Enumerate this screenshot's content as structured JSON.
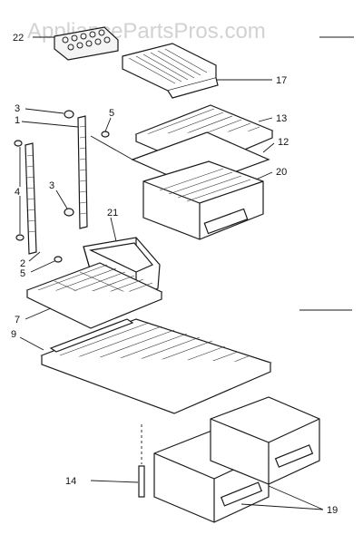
{
  "watermark": "AppliancePartsPros.com",
  "callouts": {
    "c1": "1",
    "c2": "2",
    "c3a": "3",
    "c3b": "3",
    "c4": "4",
    "c5a": "5",
    "c5b": "5",
    "c7": "7",
    "c9": "9",
    "c12": "12",
    "c13": "13",
    "c14": "14",
    "c17": "17",
    "c19": "19",
    "c20": "20",
    "c21": "21",
    "c22": "22"
  },
  "colors": {
    "ink": "#1a1a1a",
    "watermark": "#d2d2d2",
    "paper": "#ffffff"
  }
}
